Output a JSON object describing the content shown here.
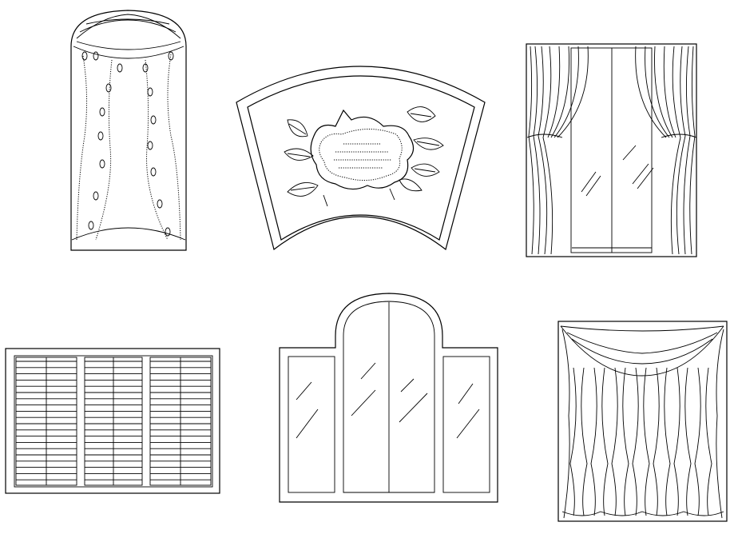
{
  "drawing": {
    "stroke_color": "#000000",
    "background_color": "#ffffff",
    "items": [
      {
        "id": "arched-window-with-sheer-curtain",
        "icon": "arched-curtain-icon"
      },
      {
        "id": "fan-shaped-decorative-window",
        "icon": "floral-panel-icon"
      },
      {
        "id": "double-window-with-drapes",
        "icon": "drapes-icon"
      },
      {
        "id": "triple-shutter-window",
        "icon": "shutter-icon"
      },
      {
        "id": "arched-casement-window",
        "icon": "casement-icon"
      },
      {
        "id": "window-with-swag-valance",
        "icon": "swag-valance-icon"
      }
    ]
  }
}
